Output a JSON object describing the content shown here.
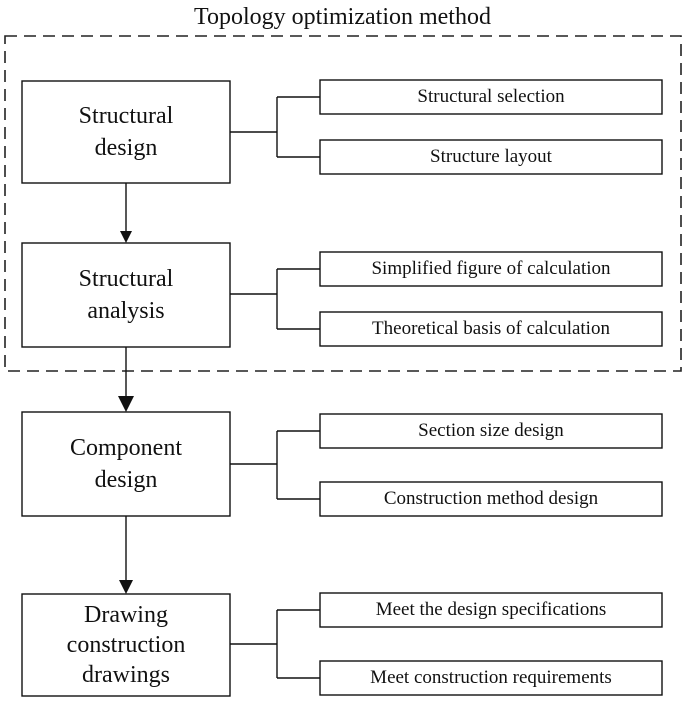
{
  "group_label": "Topology optimization method",
  "stages": [
    {
      "lines": [
        "Structural",
        "design"
      ],
      "items": [
        "Structural selection",
        "Structure layout"
      ]
    },
    {
      "lines": [
        "Structural",
        "analysis"
      ],
      "items": [
        "Simplified figure of calculation",
        "Theoretical basis of calculation"
      ]
    },
    {
      "lines": [
        "Component",
        "design"
      ],
      "items": [
        "Section size design",
        "Construction method design"
      ]
    },
    {
      "lines": [
        "Drawing",
        "construction",
        "drawings"
      ],
      "items": [
        "Meet the design specifications",
        "Meet construction requirements"
      ]
    }
  ]
}
